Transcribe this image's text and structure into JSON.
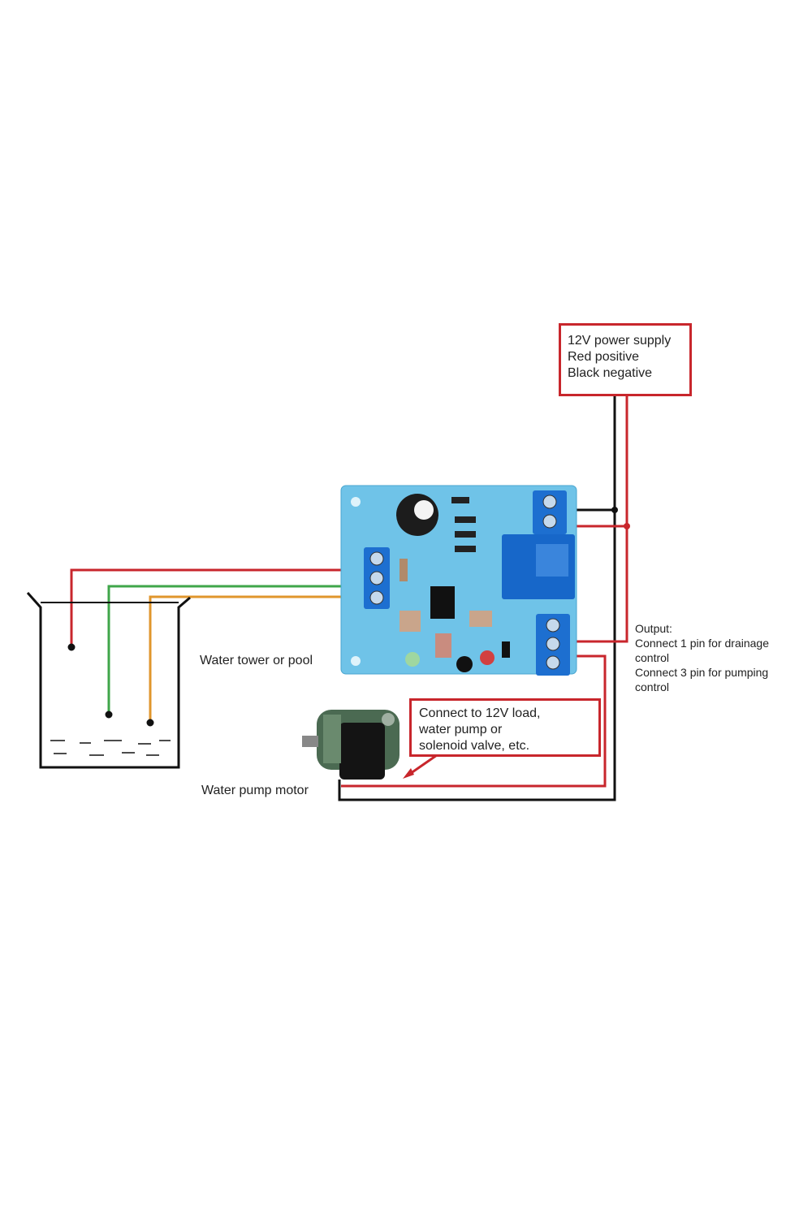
{
  "power_box": {
    "line1": "12V power supply",
    "line2": "Red positive",
    "line3": "Black negative"
  },
  "output_note": {
    "title": "Output:",
    "line1": "Connect 1 pin for drainage",
    "line2": "control",
    "line3": "Connect 3 pin for pumping",
    "line4": "control"
  },
  "load_box": {
    "line1": "Connect to 12V load,",
    "line2": "water pump or",
    "line3": "solenoid valve, etc."
  },
  "labels": {
    "tank": "Water tower or pool",
    "motor": "Water pump motor"
  },
  "colors": {
    "red_wire": "#c8262c",
    "black_wire": "#111111",
    "green_wire": "#3fa64a",
    "orange_wire": "#e0962c",
    "board": "#6fc3e8",
    "terminal": "#1d6fd0",
    "relay": "#1767c9"
  }
}
